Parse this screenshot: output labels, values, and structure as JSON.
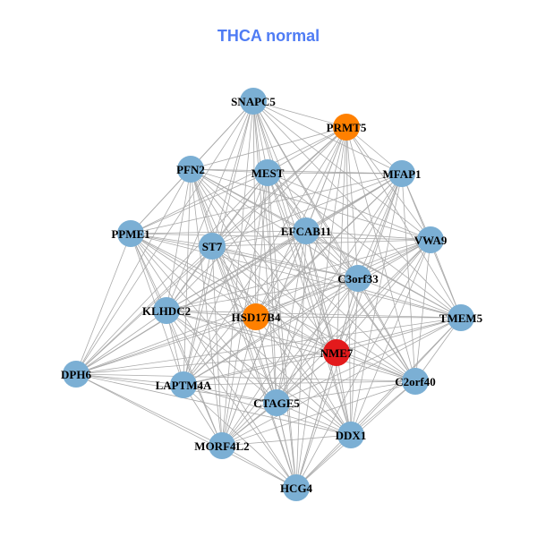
{
  "title": "THCA normal",
  "colors": {
    "default": "#7BAFD4",
    "highlight_orange": "#FF8000",
    "highlight_red": "#E31A1C",
    "edge": "#AAAAAA"
  },
  "nodes": [
    {
      "id": "SNAPC5",
      "group": "default"
    },
    {
      "id": "PRMT5",
      "group": "highlight_orange"
    },
    {
      "id": "PFN2",
      "group": "default"
    },
    {
      "id": "MEST",
      "group": "default"
    },
    {
      "id": "MFAP1",
      "group": "default"
    },
    {
      "id": "PPME1",
      "group": "default"
    },
    {
      "id": "ST7",
      "group": "default"
    },
    {
      "id": "EFCAB11",
      "group": "default"
    },
    {
      "id": "VWA9",
      "group": "default"
    },
    {
      "id": "C3orf33",
      "group": "default"
    },
    {
      "id": "KLHDC2",
      "group": "default"
    },
    {
      "id": "HSD17B4",
      "group": "highlight_orange"
    },
    {
      "id": "TMEM5",
      "group": "default"
    },
    {
      "id": "NME7",
      "group": "highlight_red"
    },
    {
      "id": "DPH6",
      "group": "default"
    },
    {
      "id": "LAPTM4A",
      "group": "default"
    },
    {
      "id": "C2orf40",
      "group": "default"
    },
    {
      "id": "CTAGE5",
      "group": "default"
    },
    {
      "id": "DDX1",
      "group": "default"
    },
    {
      "id": "MORF4L2",
      "group": "default"
    },
    {
      "id": "HCG4",
      "group": "default"
    }
  ]
}
